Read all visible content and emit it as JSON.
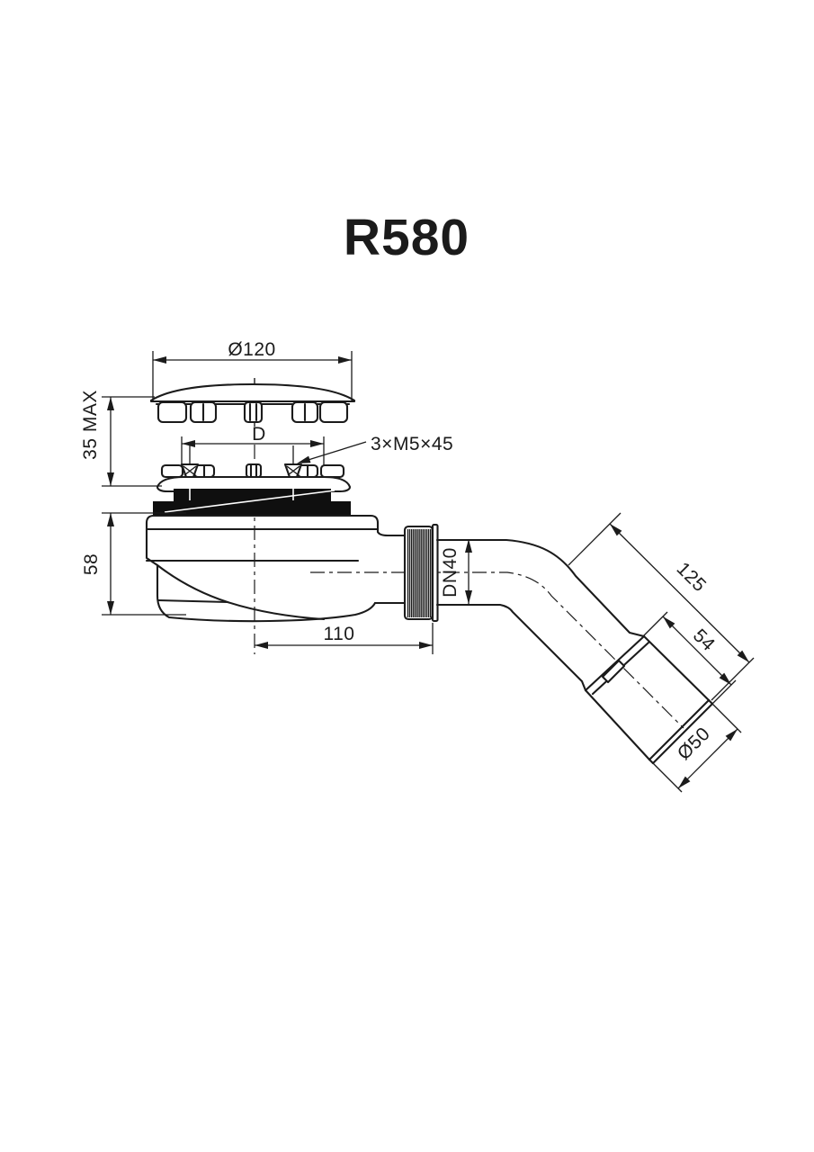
{
  "title": "R580",
  "colors": {
    "background": "#ffffff",
    "line": "#1b1b1b",
    "gasket_fill": "#0f0f0f"
  },
  "dims": {
    "cap_diameter": "Ø120",
    "bolt_circle": "D",
    "screw_spec": "3×M5×45",
    "install_height": "35 MAX",
    "body_height": "58",
    "horizontal_offset": "110",
    "outlet_size": "DN40",
    "outlet_length": "125",
    "coupling_length": "54",
    "coupling_diameter": "Ø50"
  }
}
